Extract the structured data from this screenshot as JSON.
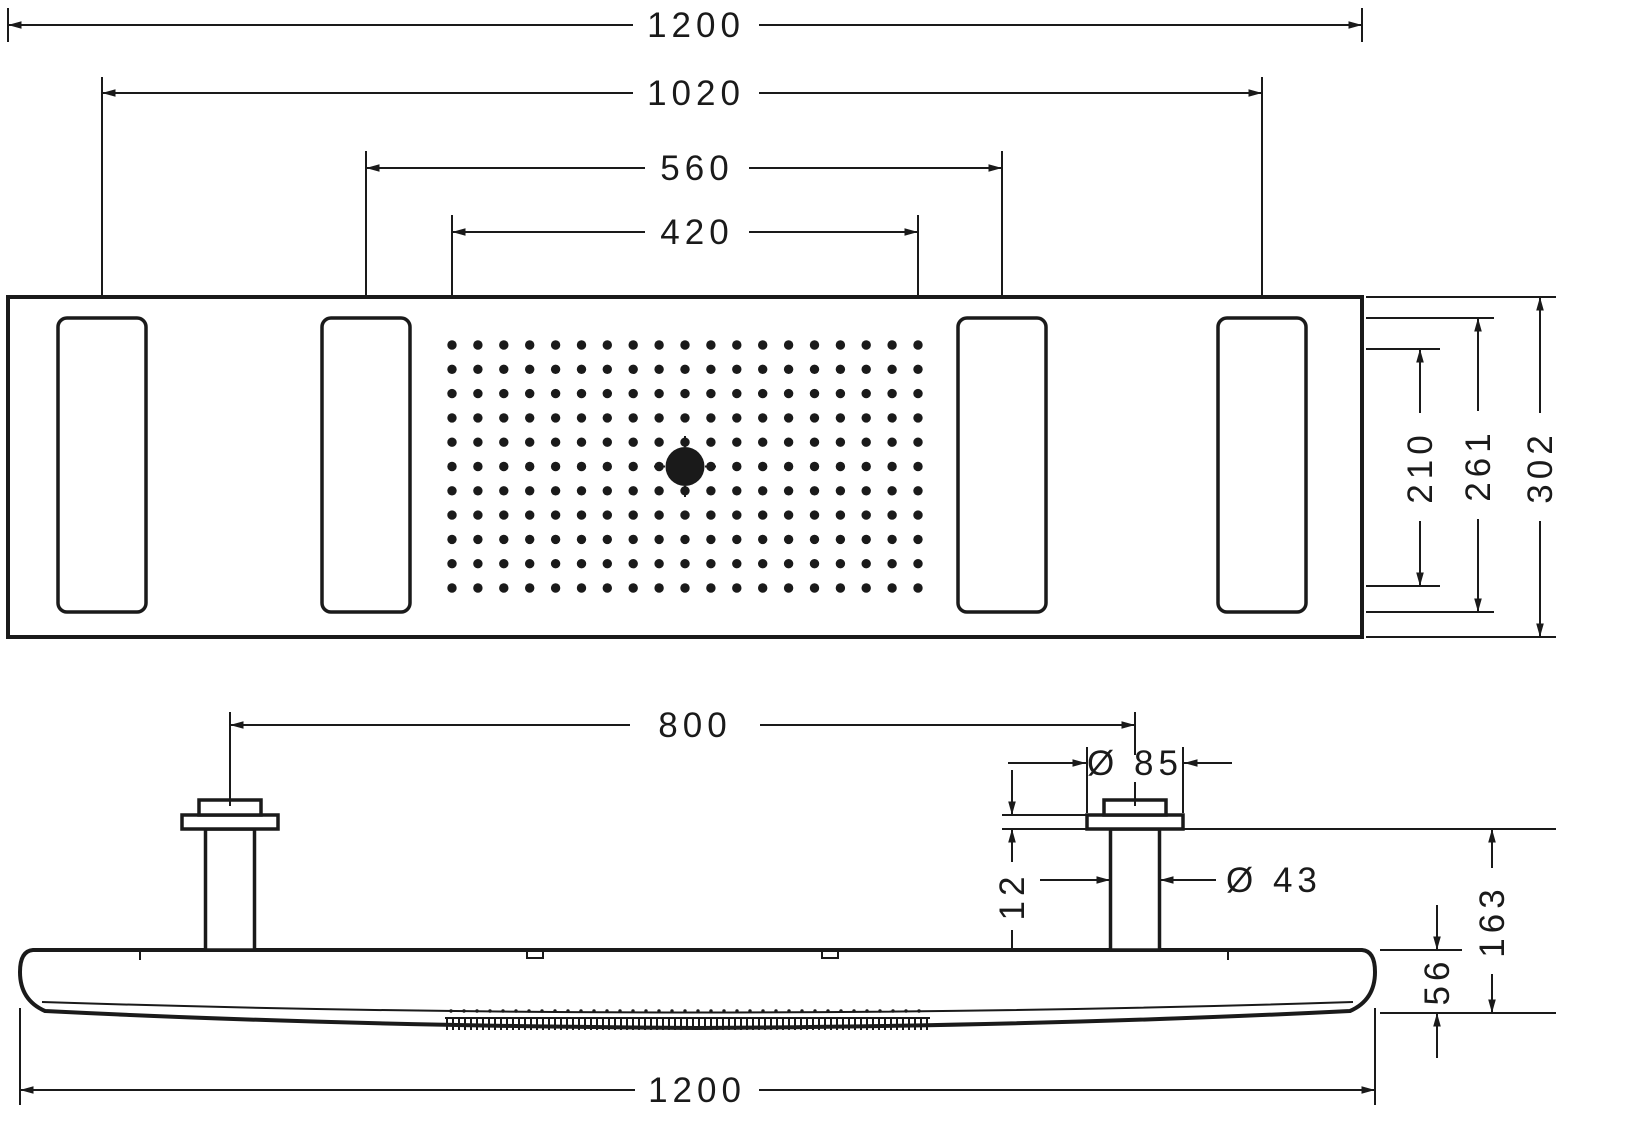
{
  "drawing": {
    "type": "technical-dimension-drawing",
    "views": {
      "top": {
        "dims": {
          "overall_width": "1200",
          "outer_panel_spacing": "1020",
          "inner_panel_spacing": "560",
          "nozzle_field_width": "420",
          "nozzle_field_height": "210",
          "panel_height": "261",
          "overall_depth": "302"
        }
      },
      "side": {
        "dims": {
          "pillar_spacing": "800",
          "flange_diameter": "Ø 85",
          "flange_thickness": "12",
          "pillar_diameter": "Ø 43",
          "install_height": "163",
          "body_thickness": "56",
          "overall_width": "1200"
        }
      }
    },
    "colors": {
      "line": "#1a1a1a",
      "background": "#ffffff"
    }
  }
}
